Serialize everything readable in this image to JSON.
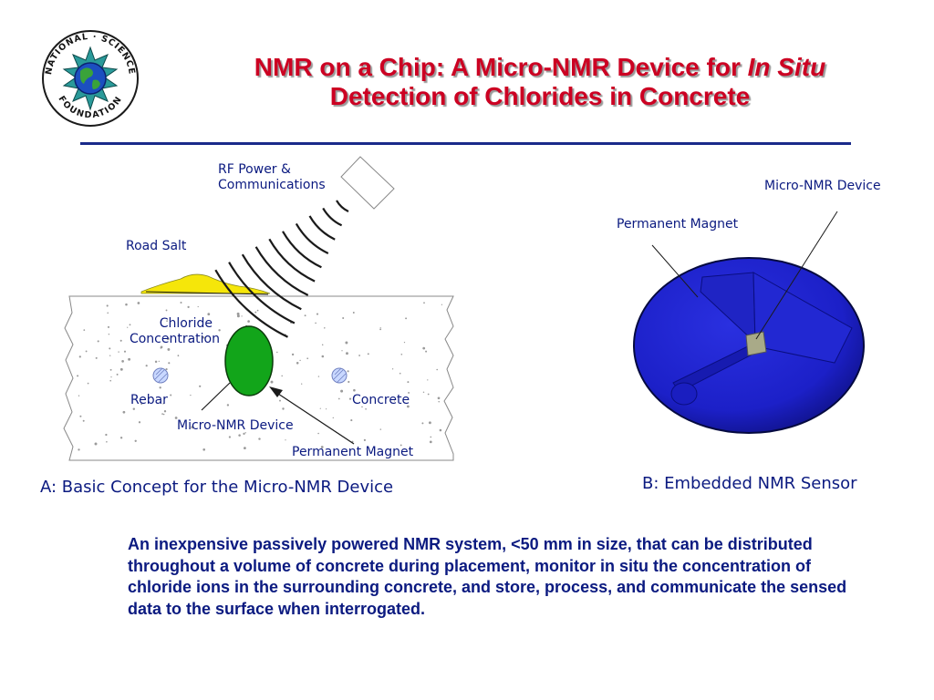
{
  "logo": {
    "ring_text_top": "NATIONAL · SCIENCE",
    "ring_text_bottom": "FOUNDATION",
    "icon": "nsf-globe-seal"
  },
  "title": {
    "line1_prefix": "NMR on a Chip: A Micro-NMR Device for ",
    "line1_italic": "In Situ",
    "line2": "Detection of Chlorides in Concrete"
  },
  "figure_a": {
    "labels": {
      "rf": [
        "RF Power &",
        "Communications"
      ],
      "road_salt": "Road Salt",
      "chloride": [
        "Chloride",
        "Concentration"
      ],
      "rebar": "Rebar",
      "concrete": "Concrete",
      "micro_nmr": "Micro-NMR Device",
      "magnet": "Permanent Magnet"
    },
    "caption": "A: Basic Concept for the Micro-NMR Device"
  },
  "figure_b": {
    "labels": {
      "micro_nmr": "Micro-NMR Device",
      "magnet": "Permanent Magnet"
    },
    "caption": "B: Embedded NMR Sensor"
  },
  "description": "An inexpensive passively powered NMR system, <50 mm in size, that can be distributed throughout a volume of concrete during placement, monitor in situ the concentration of chloride ions in the surrounding concrete, and store, process, and communicate the sensed data to the surface when interrogated.",
  "colors": {
    "title": "#cc0022",
    "text": "#0b1a80",
    "rule": "#1a2a8a",
    "salt": "#f5e60a",
    "device": "#12a51a",
    "sphere": "#1d22cc"
  }
}
